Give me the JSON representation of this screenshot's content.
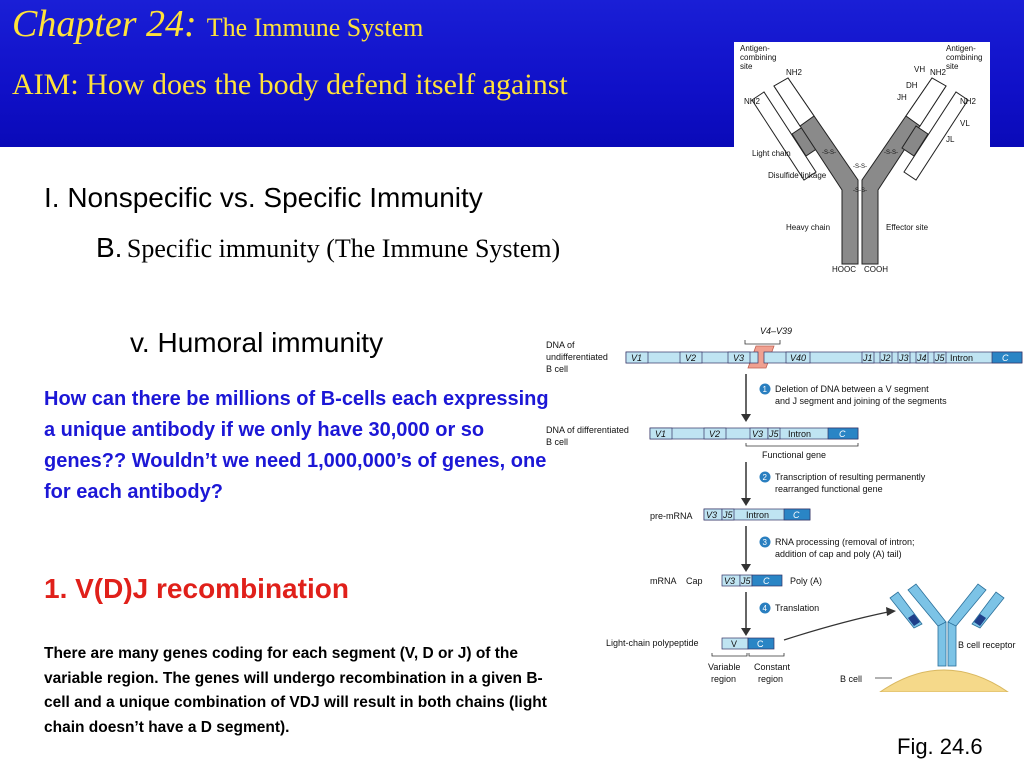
{
  "header": {
    "chapter": "Chapter 24:",
    "chapter_subtitle": "The Immune System",
    "aim": "AIM: How does the body defend itself  against"
  },
  "outline": {
    "roman": "I. Nonspecific vs. Specific Immunity",
    "b_letter": "B.",
    "b_text": "Specific immunity (The Immune System)",
    "v": "v. Humoral immunity"
  },
  "question": "How can there be millions of B-cells each expressing a unique antibody if we only have 30,000 or so genes?? Wouldn’t we need 1,000,000’s of genes, one for each antibody?",
  "recombination_heading": "1. V(D)J recombination",
  "explanation": "There are many genes coding for each segment (V, D or J) of the variable region. The genes will undergo recombination in a given B-cell and a unique combination of VDJ will result in both chains (light chain doesn’t have a D segment).",
  "figure_caption": "Fig. 24.6",
  "antibody_diagram": {
    "labels": {
      "antigen_left": [
        "Antigen-",
        "combining",
        "site"
      ],
      "antigen_right": [
        "Antigen-",
        "combining",
        "site"
      ],
      "nh2": "NH2",
      "vh": "VH",
      "dh": "DH",
      "jh": "JH",
      "vl": "VL",
      "jl": "JL",
      "light_chain": "Light chain",
      "disulfide": "Disulfide linkage",
      "heavy_chain": "Heavy chain",
      "effector": "Effector site",
      "hooc": "HOOC",
      "cooh": "COOH",
      "ss": "-S-S-"
    }
  },
  "vdj_diagram": {
    "v_range": "V4–V39",
    "rows": {
      "undiff_label": [
        "DNA of",
        "undifferentiated",
        "B cell"
      ],
      "undiff_segments": [
        "V1",
        "V2",
        "V3",
        "V40",
        "J1",
        "J2",
        "J3",
        "J4",
        "J5",
        "Intron",
        "C"
      ],
      "diff_label": [
        "DNA of differentiated",
        "B cell"
      ],
      "diff_segments": [
        "V1",
        "V2",
        "V3",
        "J5",
        "Intron",
        "C"
      ],
      "functional_gene": "Functional gene",
      "premrna_label": "pre-mRNA",
      "premrna_segments": [
        "V3",
        "J5",
        "Intron",
        "C"
      ],
      "mrna_label": "mRNA",
      "cap": "Cap",
      "mrna_segments": [
        "V3",
        "J5",
        "C"
      ],
      "poly_a": "Poly (A)",
      "polypeptide_label": "Light-chain polypeptide",
      "polypeptide_segments": [
        "V",
        "C"
      ],
      "variable_region": [
        "Variable",
        "region"
      ],
      "constant_region": [
        "Constant",
        "region"
      ],
      "receptor": "B cell receptor",
      "bcell": "B cell"
    },
    "steps": [
      {
        "num": "1",
        "lines": [
          "Deletion of DNA between a V segment",
          "and J segment and joining of the segments"
        ]
      },
      {
        "num": "2",
        "lines": [
          "Transcription of resulting permanently",
          "rearranged  functional gene"
        ]
      },
      {
        "num": "3",
        "lines": [
          "RNA processing (removal of intron;",
          "addition of cap and poly (A) tail)"
        ]
      },
      {
        "num": "4",
        "lines": [
          "Translation"
        ]
      }
    ],
    "colors": {
      "segment_fill": "#bfe4f2",
      "c_fill": "#2a85c5",
      "step_circle": "#2a7fc0",
      "junction": "#f0a090",
      "membrane": "#f5d98a"
    }
  }
}
